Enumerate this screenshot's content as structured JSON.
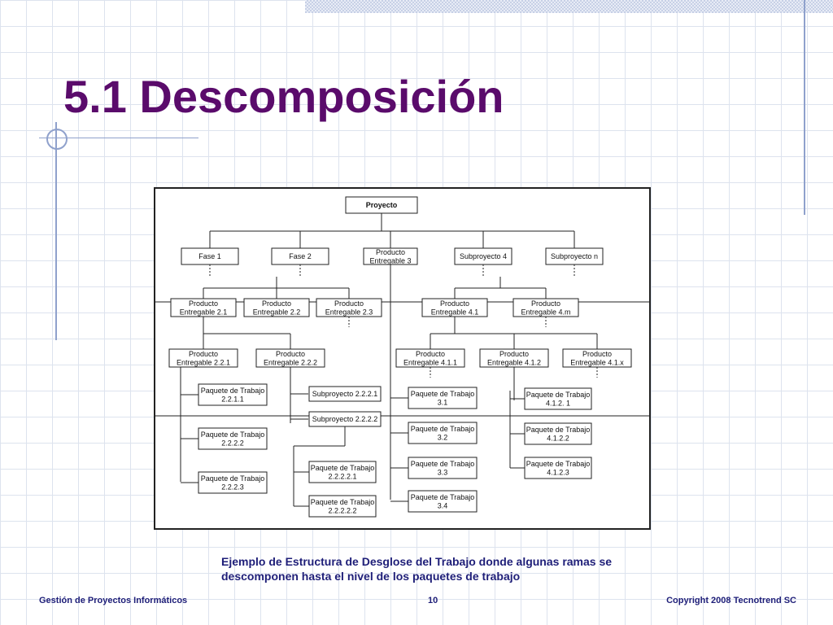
{
  "slide": {
    "title": "5.1 Descomposición",
    "caption_line1": "Ejemplo de Estructura de Desglose del Trabajo donde algunas ramas se",
    "caption_line2": "descomponen hasta el nivel de los paquetes de trabajo",
    "footer_left": "Gestión de Proyectos Informáticos",
    "footer_page": "10",
    "footer_right": "Copyright  2008 Tecnotrend SC"
  },
  "wbs": {
    "root": "Proyecto",
    "level1": [
      "Fase 1",
      "Fase 2",
      "Producto\nEntregable 3",
      "Subproyecto 4",
      "Subproyecto n"
    ],
    "level2": [
      "Producto\nEntregable 2.1",
      "Producto\nEntregable 2.2",
      "Producto\nEntregable 2.3",
      "Producto\nEntregable 4.1",
      "Producto\nEntregable 4.m"
    ],
    "level3": [
      "Producto\nEntregable 2.2.1",
      "Producto\nEntregable 2.2.2",
      "Producto\nEntregable 4.1.1",
      "Producto\nEntregable 4.1.2",
      "Producto\nEntregable 4.1.x"
    ],
    "packages_221": [
      "Paquete de Trabajo\n2.2.1.1",
      "Paquete de Trabajo\n2.2.2.2",
      "Paquete de Trabajo\n2.2.2.3"
    ],
    "subprojects_222": [
      "Subproyecto 2.2.2.1",
      "Subproyecto 2.2.2.2"
    ],
    "packages_2222": [
      "Paquete de Trabajo\n2.2.2.2.1",
      "Paquete de Trabajo\n2.2.2.2.2"
    ],
    "packages_3": [
      "Paquete de Trabajo\n3.1",
      "Paquete de Trabajo\n3.2",
      "Paquete de Trabajo\n3.3",
      "Paquete de Trabajo\n3.4"
    ],
    "packages_412": [
      "Paquete de Trabajo\n4.1.2. 1",
      "Paquete de Trabajo\n4.1.2.2",
      "Paquete de Trabajo\n4.1.2.3"
    ]
  }
}
